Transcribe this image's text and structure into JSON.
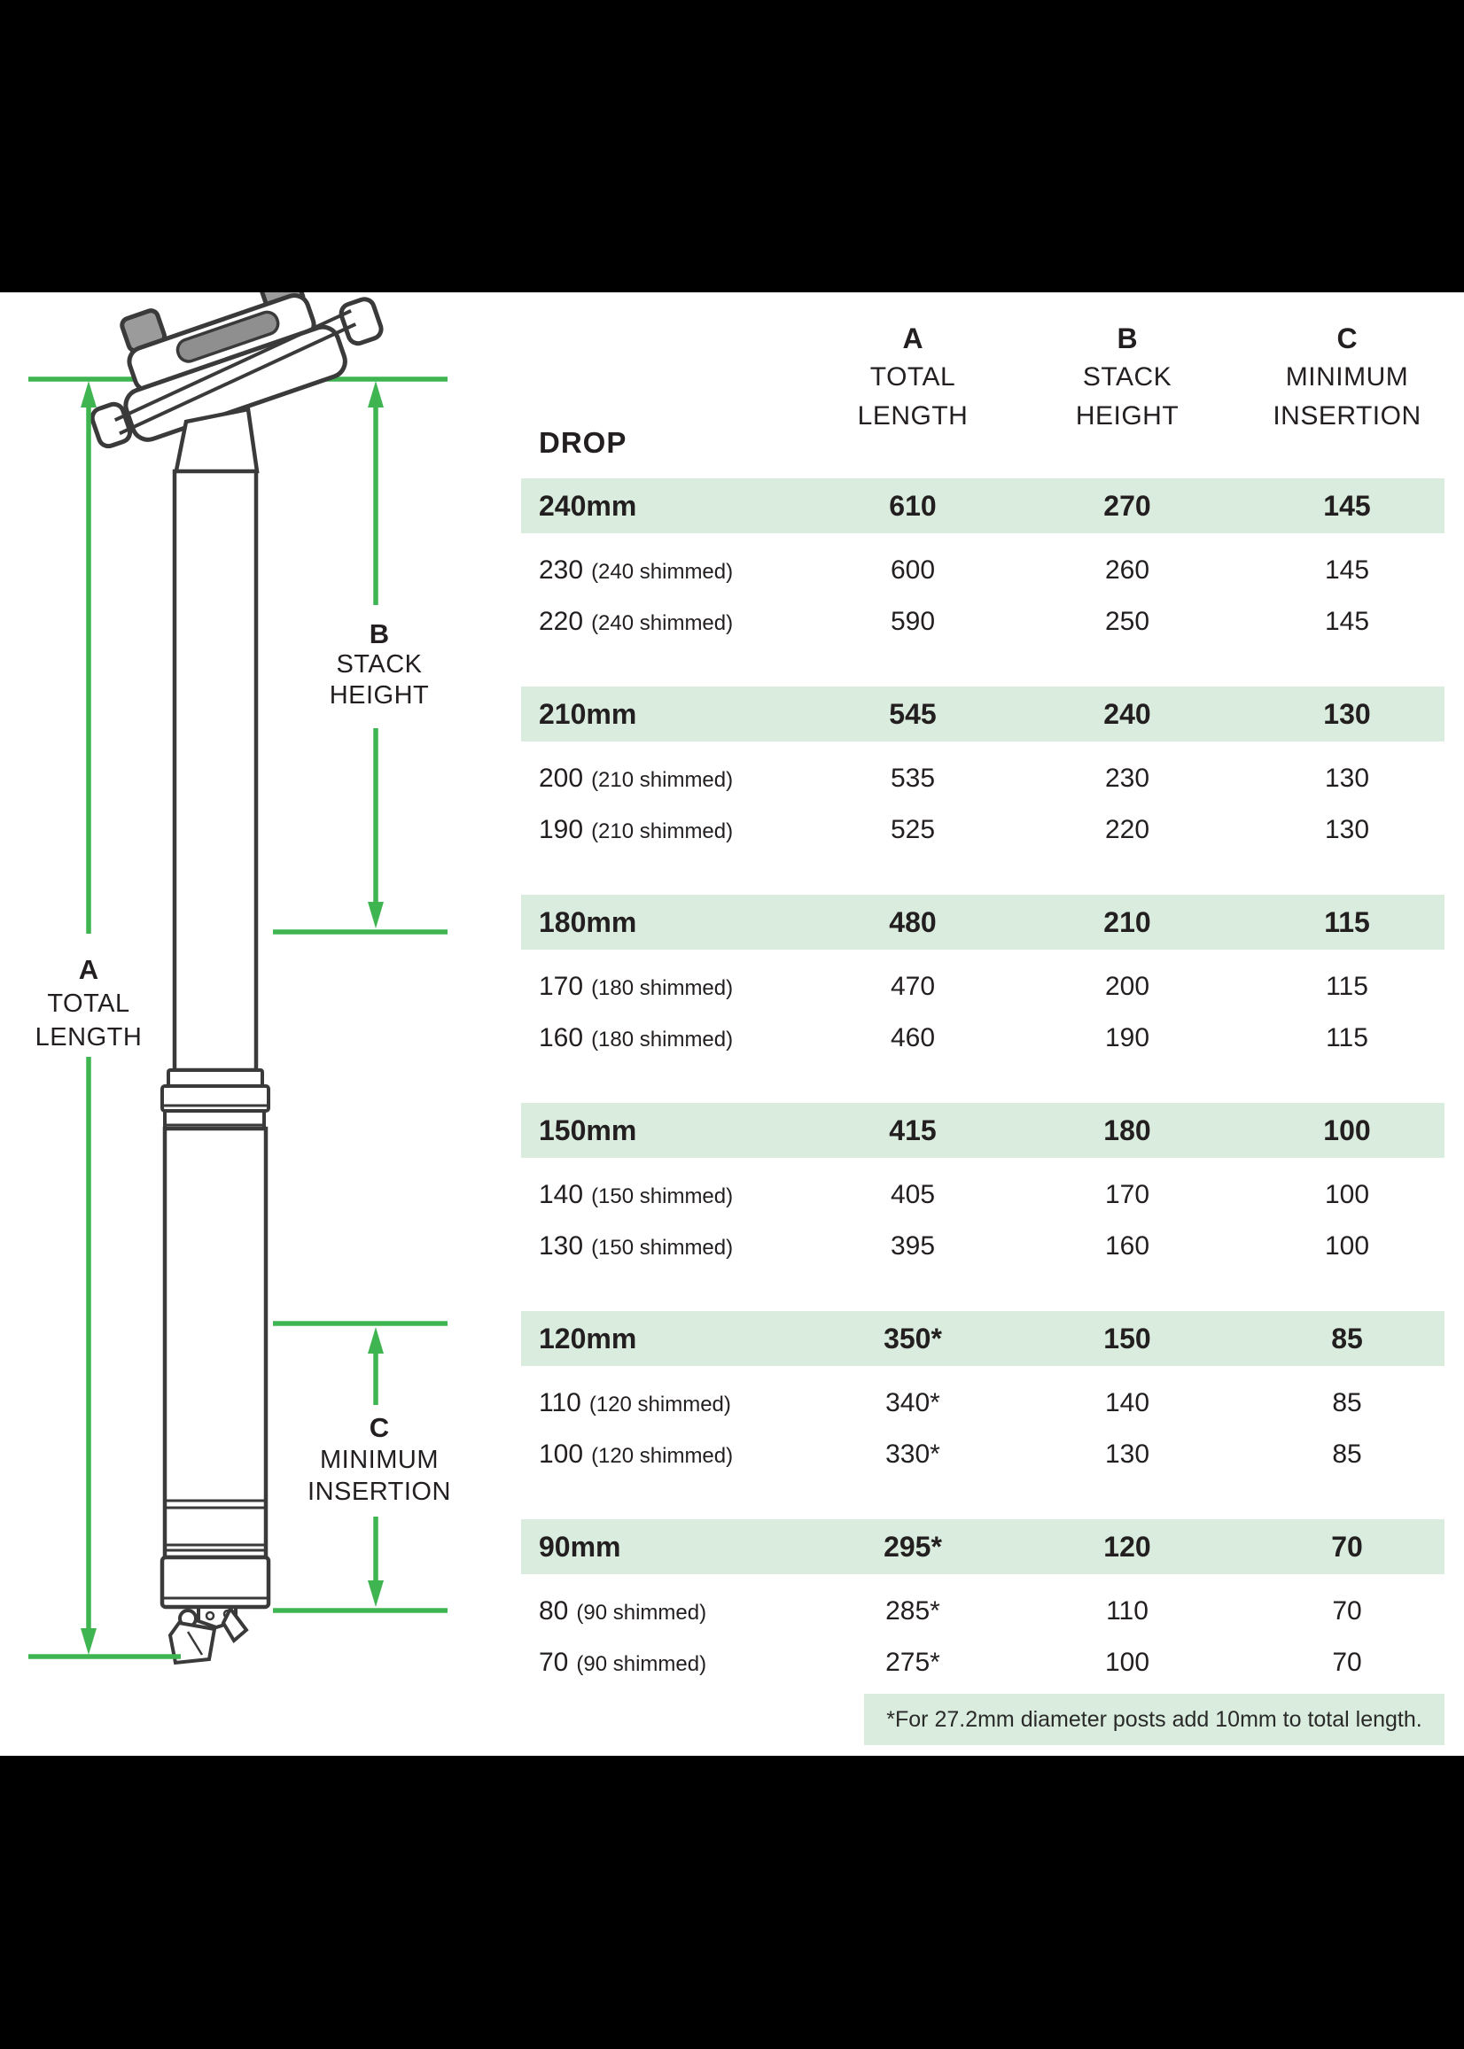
{
  "colors": {
    "dimension_green": "#3fb551",
    "row_highlight_green": "#d9ecdd",
    "text_dark": "#231f20",
    "background_bars": "#000000",
    "content_background": "#ffffff"
  },
  "diagram": {
    "label_a": {
      "letter": "A",
      "line1": "TOTAL",
      "line2": "LENGTH"
    },
    "label_b": {
      "letter": "B",
      "line1": "STACK",
      "line2": "HEIGHT"
    },
    "label_c": {
      "letter": "C",
      "line1": "MINIMUM",
      "line2": "INSERTION"
    }
  },
  "table": {
    "headers": {
      "drop": "DROP",
      "a": {
        "letter": "A",
        "line1": "TOTAL",
        "line2": "LENGTH"
      },
      "b": {
        "letter": "B",
        "line1": "STACK",
        "line2": "HEIGHT"
      },
      "c": {
        "letter": "C",
        "line1": "MINIMUM",
        "line2": "INSERTION"
      }
    },
    "groups": [
      {
        "head": {
          "drop": "240mm",
          "a": "610",
          "b": "270",
          "c": "145"
        },
        "rows": [
          {
            "drop": "230",
            "note": "(240 shimmed)",
            "a": "600",
            "b": "260",
            "c": "145"
          },
          {
            "drop": "220",
            "note": "(240 shimmed)",
            "a": "590",
            "b": "250",
            "c": "145"
          }
        ]
      },
      {
        "head": {
          "drop": "210mm",
          "a": "545",
          "b": "240",
          "c": "130"
        },
        "rows": [
          {
            "drop": "200",
            "note": "(210 shimmed)",
            "a": "535",
            "b": "230",
            "c": "130"
          },
          {
            "drop": "190",
            "note": "(210 shimmed)",
            "a": "525",
            "b": "220",
            "c": "130"
          }
        ]
      },
      {
        "head": {
          "drop": "180mm",
          "a": "480",
          "b": "210",
          "c": "115"
        },
        "rows": [
          {
            "drop": "170",
            "note": "(180 shimmed)",
            "a": "470",
            "b": "200",
            "c": "115"
          },
          {
            "drop": "160",
            "note": "(180 shimmed)",
            "a": "460",
            "b": "190",
            "c": "115"
          }
        ]
      },
      {
        "head": {
          "drop": "150mm",
          "a": "415",
          "b": "180",
          "c": "100"
        },
        "rows": [
          {
            "drop": "140",
            "note": "(150 shimmed)",
            "a": "405",
            "b": "170",
            "c": "100"
          },
          {
            "drop": "130",
            "note": "(150 shimmed)",
            "a": "395",
            "b": "160",
            "c": "100"
          }
        ]
      },
      {
        "head": {
          "drop": "120mm",
          "a": "350*",
          "b": "150",
          "c": "85"
        },
        "rows": [
          {
            "drop": "110",
            "note": "(120 shimmed)",
            "a": "340*",
            "b": "140",
            "c": "85"
          },
          {
            "drop": "100",
            "note": "(120 shimmed)",
            "a": "330*",
            "b": "130",
            "c": "85"
          }
        ]
      },
      {
        "head": {
          "drop": "90mm",
          "a": "295*",
          "b": "120",
          "c": "70"
        },
        "rows": [
          {
            "drop": "80",
            "note": "(90 shimmed)",
            "a": "285*",
            "b": "110",
            "c": "70"
          },
          {
            "drop": "70",
            "note": "(90 shimmed)",
            "a": "275*",
            "b": "100",
            "c": "70"
          }
        ]
      }
    ],
    "footnote": "*For 27.2mm diameter posts add 10mm to total length."
  }
}
